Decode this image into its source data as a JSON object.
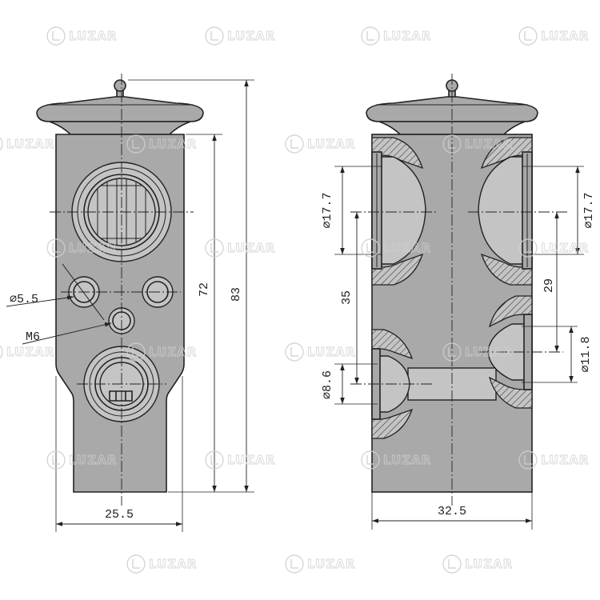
{
  "front_view": {
    "hole_label": "⌀5.5",
    "thread_label": "M6",
    "body_height_label": "72",
    "overall_height_label": "83",
    "width_label": "25.5"
  },
  "side_view": {
    "upper_left_port_label": "⌀17.7",
    "port_spacing_left_label": "35",
    "lower_left_port_label": "⌀8.6",
    "upper_right_port_label": "⌀17.7",
    "port_spacing_right_label": "29",
    "lower_right_port_label": "⌀11.8",
    "width_label": "32.5"
  },
  "watermark": {
    "text": "LUZAR"
  },
  "colors": {
    "outline": "#222222",
    "body": "#a9a9a9",
    "bore": "#c4c4c4",
    "watermark": "#cfcfcf"
  }
}
